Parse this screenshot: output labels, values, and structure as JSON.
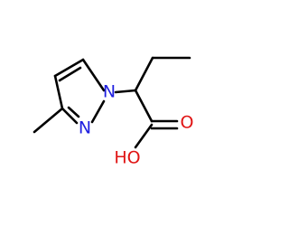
{
  "molecule": {
    "atoms": {
      "n1": {
        "symbol": "N",
        "color": "#1f1fe0"
      },
      "n2": {
        "symbol": "N",
        "color": "#1f1fe0"
      },
      "o_carbonyl": {
        "symbol": "O",
        "color": "#e01414"
      },
      "o_hydroxyl": {
        "symbol": "HO",
        "color": "#e01414"
      }
    },
    "bond_color": "#000000"
  }
}
